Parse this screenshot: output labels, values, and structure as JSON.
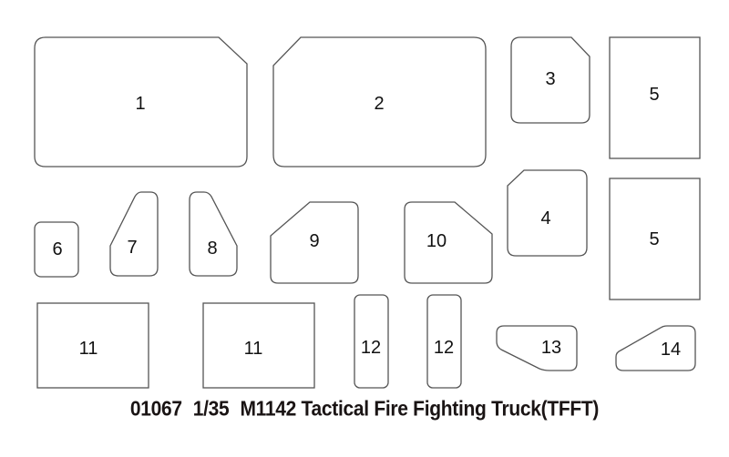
{
  "diagram": {
    "caption": {
      "code": "01067",
      "scale": "1/35",
      "title": "M1142 Tactical Fire Fighting Truck(TFFT)"
    },
    "parts": [
      {
        "label": "1"
      },
      {
        "label": "2"
      },
      {
        "label": "3"
      },
      {
        "label": "5"
      },
      {
        "label": "4"
      },
      {
        "label": "5"
      },
      {
        "label": "6"
      },
      {
        "label": "7"
      },
      {
        "label": "8"
      },
      {
        "label": "9"
      },
      {
        "label": "10"
      },
      {
        "label": "11"
      },
      {
        "label": "11"
      },
      {
        "label": "12"
      },
      {
        "label": "12"
      },
      {
        "label": "13"
      },
      {
        "label": "14"
      }
    ],
    "colors": {
      "outline": "#555555",
      "text": "#111111",
      "background": "#ffffff"
    }
  }
}
